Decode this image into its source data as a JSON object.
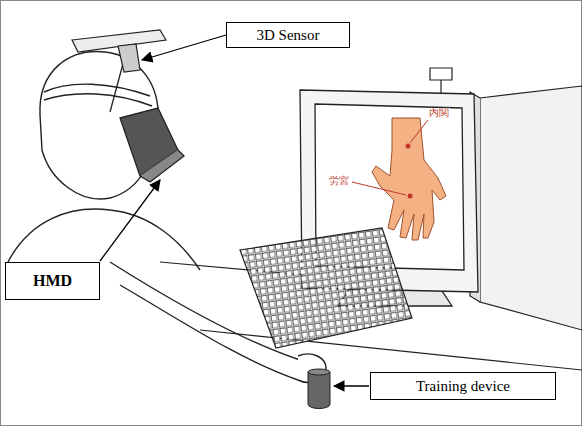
{
  "diagram": {
    "nodes": [
      {
        "text": [
          "3D Sensor"
        ]
      },
      {
        "text": [
          "HMD"
        ]
      },
      {
        "text": [
          "Training device"
        ]
      }
    ],
    "labels": [
      "内関",
      "労宮"
    ]
  }
}
